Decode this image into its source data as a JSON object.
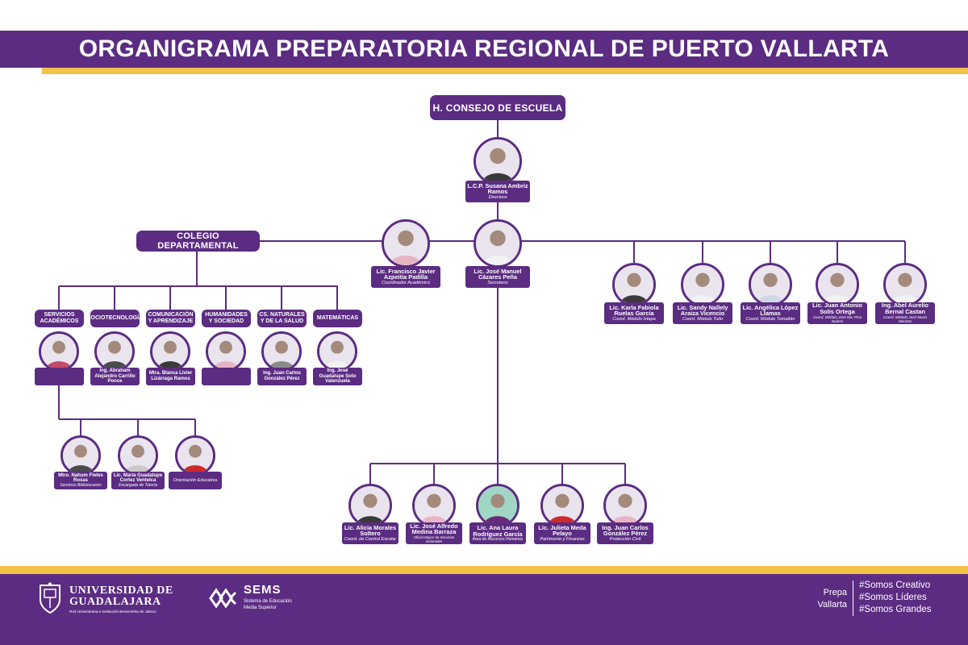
{
  "title": "ORGANIGRAMA PREPARATORIA REGIONAL DE PUERTO VALLARTA",
  "colors": {
    "purple": "#5b2c82",
    "gold": "#f0c24a"
  },
  "council": "H. CONSEJO DE ESCUELA",
  "collegiate": "COLEGIO DEPARTAMENTAL",
  "director": {
    "name": "L.C.P. Susana Ambriz Ramos",
    "role": "Directora"
  },
  "academic_coord": {
    "name": "Lic. Francisco Javier Azpeitia Padilla",
    "role": "Coordinador Académico"
  },
  "secretary": {
    "name": "Lic. José Manuel Cázares Peña",
    "role": "Secretario"
  },
  "departments": [
    {
      "label": "SERVICIOS ACADÉMICOS",
      "name": "",
      "role": ""
    },
    {
      "label": "SOCIOTECNOLOGÍA",
      "name": "Ing. Abraham Alejandro Carrillo Ponce",
      "role": ""
    },
    {
      "label": "COMUNICACIÓN Y APRENDIZAJE",
      "name": "Mtra. Blanca Livier Lizárraga Ramos",
      "role": ""
    },
    {
      "label": "HUMANIDADES Y SOCIEDAD",
      "name": "",
      "role": ""
    },
    {
      "label": "CS. NATURALES Y DE LA SALUD",
      "name": "Ing. Juan Carlos González Pérez",
      "role": ""
    },
    {
      "label": "MATEMÁTICAS",
      "name": "Ing. José Guadalupe Soto Valenzuela",
      "role": ""
    }
  ],
  "academic_services": [
    {
      "name": "Mtro. Nahum Fletes Rosas",
      "role": "Servicios Bibliotecarios"
    },
    {
      "name": "Lic. María Guadalupe Cortez Ventelca",
      "role": "Encargada de Tutoría"
    },
    {
      "name": "",
      "role": "Orientación Educativa"
    }
  ],
  "module_coords": [
    {
      "name": "Lic. Karla Fabiola Ruelas García",
      "role": "Coord. Módulo Ixtapa"
    },
    {
      "name": "Lic. Sandy Nallely Araiza Vicencio",
      "role": "Coord. Módulo Tuito"
    },
    {
      "name": "Lic. Angélica López Llamas",
      "role": "Coord. Módulo Tomatlán"
    },
    {
      "name": "Lic. Juan Antonio Solís Ortega",
      "role": "Coord. Módulo José Ma. Pino Suárez"
    },
    {
      "name": "Ing. Abel Aurelio Bernal Castan",
      "role": "Coord. Módulo José María Morelos"
    }
  ],
  "secretary_staff": [
    {
      "name": "Lic. Alicia Morales Soltero",
      "role": "Coord. de Control Escolar"
    },
    {
      "name": "Lic. José Alfredo Medina Barraza",
      "role": "Oficial Mayor de Servicios Generales"
    },
    {
      "name": "Lic. Ana Laura Rodríguez García",
      "role": "Área de Recursos Humanos"
    },
    {
      "name": "Lic. Julieta Meda Pelayo",
      "role": "Patrimonio y Finanzas"
    },
    {
      "name": "Ing. Juan Carlos González Pérez",
      "role": "Protección Civil"
    }
  ],
  "footer": {
    "udg_line1": "UNIVERSIDAD DE",
    "udg_line2": "GUADALAJARA",
    "udg_tagline": "Red Universitaria e Institución Benemérita de Jalisco",
    "sems_title": "SEMS",
    "sems_line1": "Sistema de Educación",
    "sems_line2": "Media Superior",
    "prepa_line1": "Prepa",
    "prepa_line2": "Vallarta",
    "hashtags": [
      "#Somos Creativo",
      "#Somos Líderes",
      "#Somos Grandes"
    ]
  }
}
